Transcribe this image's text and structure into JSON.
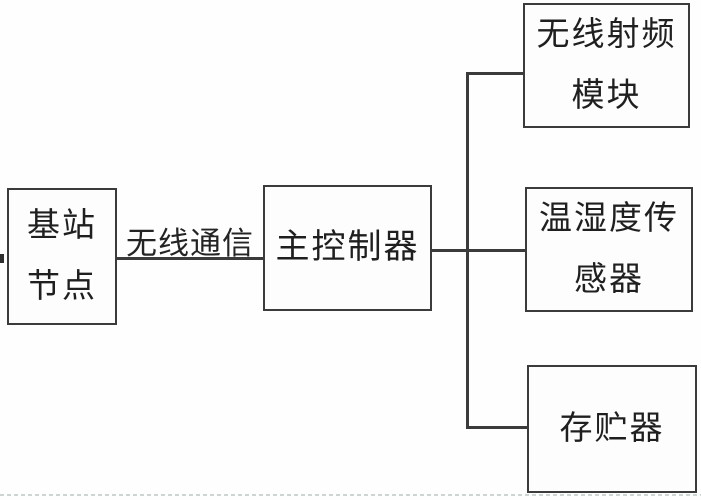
{
  "diagram": {
    "background_color": "#fefefe",
    "line_color": "#3b3b3b",
    "text_color": "#1f1f1f",
    "nodes": {
      "base_station": {
        "lines": [
          "基站",
          "节点"
        ]
      },
      "main_controller": {
        "text": "主控制器"
      },
      "rf_module": {
        "lines": [
          "无线射频",
          "模块"
        ]
      },
      "temp_humidity_sensor": {
        "lines": [
          "温湿度传",
          "感器"
        ]
      },
      "storage": {
        "text": "存贮器"
      }
    },
    "edges": {
      "wireless_link_label": "无线通信"
    }
  }
}
